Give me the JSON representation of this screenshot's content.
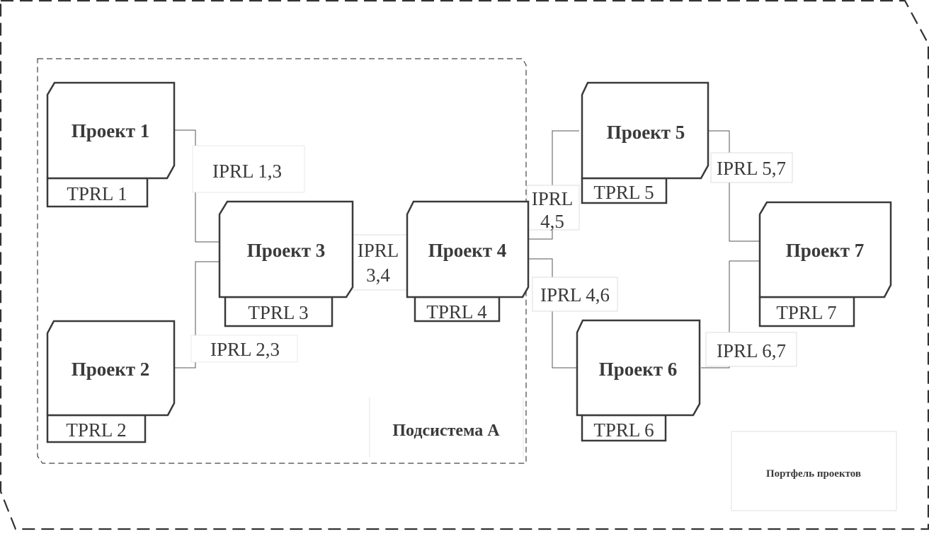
{
  "diagram": {
    "portfolio_label": "Портфель проектов",
    "subsystem_label": "Подсистема А",
    "projects": [
      {
        "id": 1,
        "title": "Проект 1",
        "tprl": "TPRL 1"
      },
      {
        "id": 2,
        "title": "Проект 2",
        "tprl": "TPRL 2"
      },
      {
        "id": 3,
        "title": "Проект 3",
        "tprl": "TPRL 3"
      },
      {
        "id": 4,
        "title": "Проект 4",
        "tprl": "TPRL 4"
      },
      {
        "id": 5,
        "title": "Проект 5",
        "tprl": "TPRL 5"
      },
      {
        "id": 6,
        "title": "Проект 6",
        "tprl": "TPRL 6"
      },
      {
        "id": 7,
        "title": "Проект 7",
        "tprl": "TPRL 7"
      }
    ],
    "subsystem_members": [
      1,
      2,
      3,
      4
    ],
    "links": [
      {
        "from": 1,
        "to": 3,
        "label": "IPRL 1,3"
      },
      {
        "from": 2,
        "to": 3,
        "label": "IPRL 2,3"
      },
      {
        "from": 3,
        "to": 4,
        "label_lines": [
          "IPRL",
          "3,4"
        ]
      },
      {
        "from": 4,
        "to": 5,
        "label_lines": [
          "IPRL",
          "4,5"
        ]
      },
      {
        "from": 4,
        "to": 6,
        "label": "IPRL 4,6"
      },
      {
        "from": 5,
        "to": 7,
        "label": "IPRL 5,7"
      },
      {
        "from": 6,
        "to": 7,
        "label": "IPRL 6,7"
      }
    ]
  }
}
